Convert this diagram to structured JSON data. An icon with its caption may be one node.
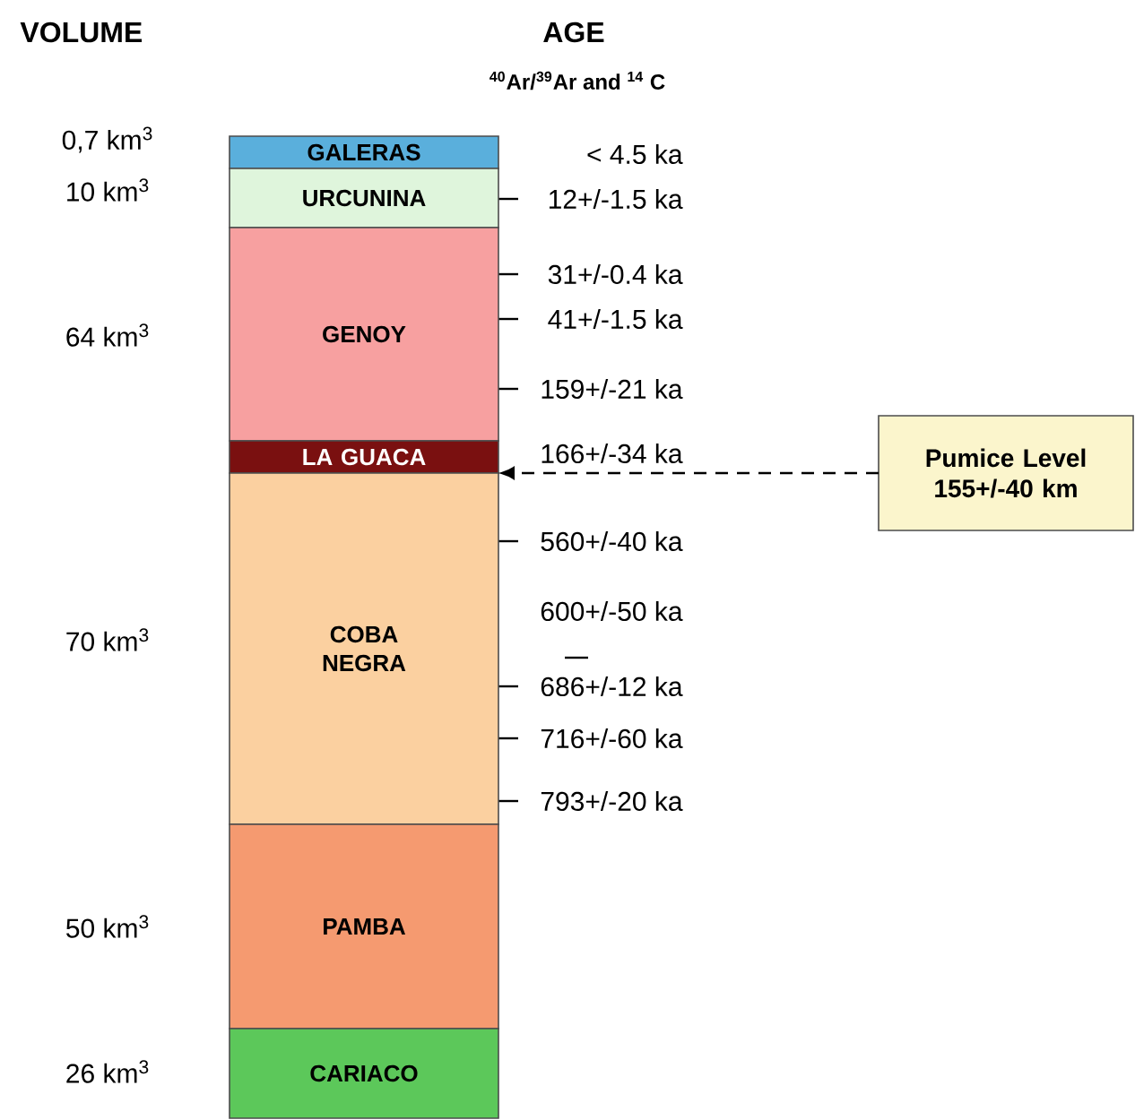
{
  "diagram": {
    "nodes": [
      {
        "text": [
          "GALERAS"
        ]
      },
      {
        "text": [
          "URCUNINA"
        ]
      },
      {
        "text": [
          "GENOY"
        ]
      },
      {
        "text": [
          "LA GUACA"
        ]
      },
      {
        "text": [
          "COBA NEGRA"
        ]
      },
      {
        "text": [
          "PAMBA"
        ]
      },
      {
        "text": [
          "CARIACO"
        ]
      },
      {
        "text": [
          "Pumice Level 155+/-40 km"
        ]
      }
    ],
    "edges": [
      {
        "from": 7,
        "to": 3,
        "arrow": "to",
        "style": "dashed"
      }
    ],
    "labels": [
      "VOLUME",
      "AGE",
      "$^{40}$Ar/$^{39}$Ar and $^{14}$ C",
      "0,7 km$^{3}$",
      "< 4.5 ka",
      "10 km$^{3}$",
      "12+/-1.5 ka",
      "31+/-0.4 ka",
      "41+/-1.5 ka",
      "64 km$^{3}$",
      "159+/-21 ka",
      "166+/-34 ka",
      "560+/-40 ka",
      "600+/-50 ka",
      "70 km$^{3}$",
      "686+/-12 ka",
      "716+/-60 ka",
      "793+/-20 ka",
      "50 km$^{3}$",
      "26 km$^{3}$"
    ]
  }
}
